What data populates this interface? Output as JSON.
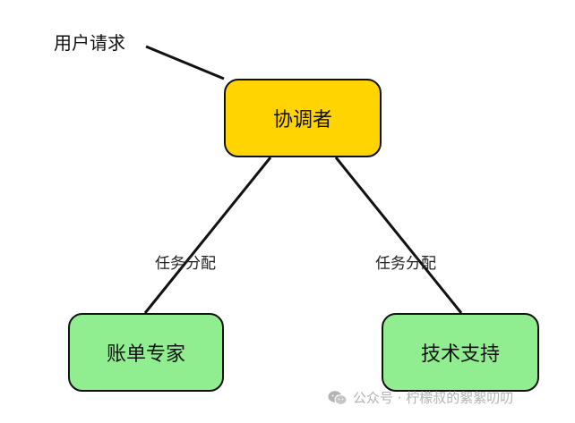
{
  "diagram": {
    "input_label": "用户请求",
    "coordinator_label": "协调者",
    "edges": [
      {
        "label": "任务分配"
      },
      {
        "label": "任务分配"
      }
    ],
    "experts": [
      {
        "label": "账单专家"
      },
      {
        "label": "技术支持"
      }
    ]
  },
  "watermark": {
    "icon": "wechat-icon",
    "text": "公众号 · 柠檬叔的絮絮叨叨"
  },
  "colors": {
    "coordinator_fill": "#ffd400",
    "expert_fill": "#90ee90",
    "stroke": "#111111",
    "watermark": "#b3b3b3"
  }
}
